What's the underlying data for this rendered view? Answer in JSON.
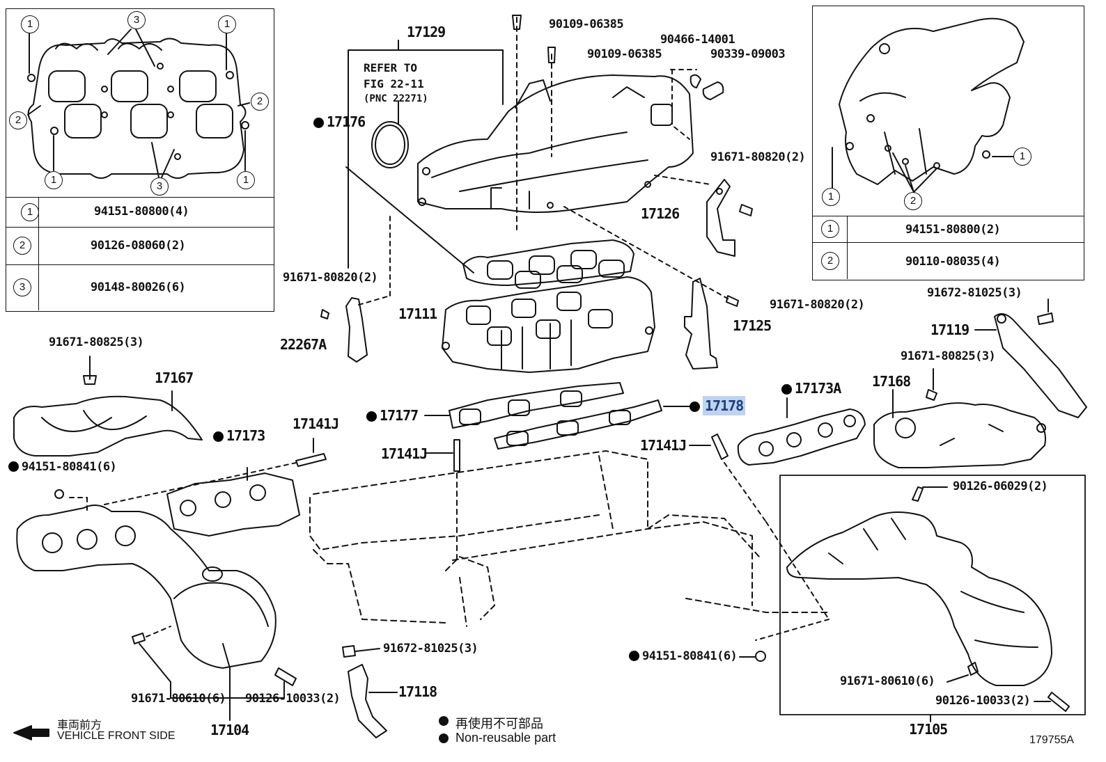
{
  "diagram": {
    "figure_id": "179755A",
    "legend": {
      "jp": "再使用不可部品",
      "en": "Non-reusable part",
      "front_jp": "車両前方",
      "front_en": "VEHICLE FRONT SIDE"
    },
    "refer_note": {
      "line1": "REFER TO",
      "line2": "FIG 22-11",
      "line3": "(PNC 22271)"
    },
    "inset_left": {
      "rows": [
        {
          "num": "1",
          "part": "94151-80800(4)"
        },
        {
          "num": "2",
          "part": "90126-08060(2)"
        },
        {
          "num": "3",
          "part": "90148-80026(6)"
        }
      ]
    },
    "inset_right": {
      "rows": [
        {
          "num": "1",
          "part": "94151-80800(2)"
        },
        {
          "num": "2",
          "part": "90110-08035(4)"
        }
      ]
    },
    "labels": {
      "p17129": "17129",
      "p17176": "17176",
      "p90109a": "90109-06385",
      "p90109b": "90109-06385",
      "p90466": "90466-14001",
      "p90339": "90339-09003",
      "p91671_80820_a": "91671-80820(2)",
      "p17126": "17126",
      "p91671_80820_b": "91671-80820(2)",
      "p91671_80820_c": "91671-80820(2)",
      "p17111": "17111",
      "p22267A": "22267A",
      "p17125": "17125",
      "p91672_81025_a": "91672-81025(3)",
      "p17119": "17119",
      "p91671_80825_a": "91671-80825(3)",
      "p91671_80825_b": "91671-80825(3)",
      "p17167": "17167",
      "p17168": "17168",
      "p17173A": "17173A",
      "p17177": "17177",
      "p17178": "17178",
      "p17173": "17173",
      "p17141J_a": "17141J",
      "p17141J_b": "17141J",
      "p17141J_c": "17141J",
      "p94151_80841_a": "94151-80841(6)",
      "p94151_80841_b": "94151-80841(6)",
      "p90126_06029": "90126-06029(2)",
      "p91672_81025_b": "91672-81025(3)",
      "p17118": "17118",
      "p91671_80610_a": "91671-80610(6)",
      "p91671_80610_b": "91671-80610(6)",
      "p90126_10033_a": "90126-10033(2)",
      "p90126_10033_b": "90126-10033(2)",
      "p17104": "17104",
      "p17105": "17105"
    }
  }
}
